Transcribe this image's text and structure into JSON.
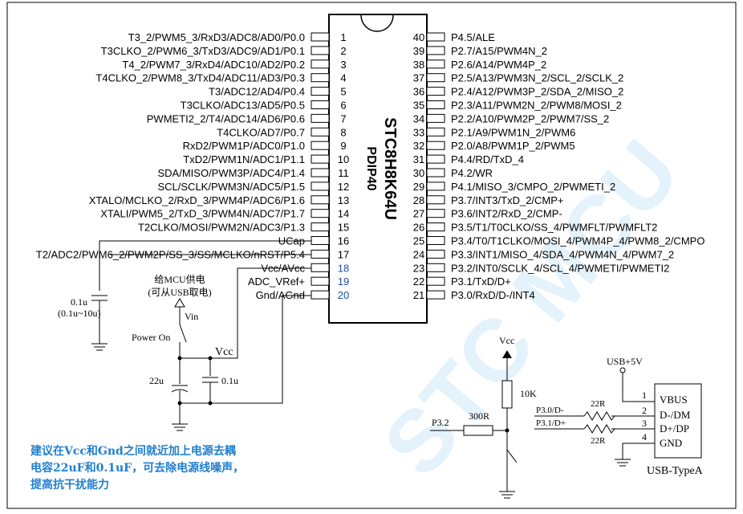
{
  "chip": {
    "name": "STC8H8K64U",
    "package": "PDIP40",
    "left_pins": [
      {
        "num": "1",
        "label": "T3_2/PWM5_3/RxD3/ADC8/AD0/P0.0"
      },
      {
        "num": "2",
        "label": "T3CLKO_2/PWM6_3/TxD3/ADC9/AD1/P0.1"
      },
      {
        "num": "3",
        "label": "T4_2/PWM7_3/RxD4/ADC10/AD2/P0.2"
      },
      {
        "num": "4",
        "label": "T4CLKO_2/PWM8_3/TxD4/ADC11/AD3/P0.3"
      },
      {
        "num": "5",
        "label": "T3/ADC12/AD4/P0.4"
      },
      {
        "num": "6",
        "label": "T3CLKO/ADC13/AD5/P0.5"
      },
      {
        "num": "7",
        "label": "PWMETI2_2/T4/ADC14/AD6/P0.6"
      },
      {
        "num": "8",
        "label": "T4CLKO/AD7/P0.7"
      },
      {
        "num": "9",
        "label": "RxD2/PWM1P/ADC0/P1.0"
      },
      {
        "num": "10",
        "label": "TxD2/PWM1N/ADC1/P1.1"
      },
      {
        "num": "11",
        "label": "SDA/MISO/PWM3P/ADC4/P1.4"
      },
      {
        "num": "12",
        "label": "SCL/SCLK/PWM3N/ADC5/P1.5"
      },
      {
        "num": "13",
        "label": "XTALO/MCLKO_2/RxD_3/PWM4P/ADC6/P1.6"
      },
      {
        "num": "14",
        "label": "XTALI/PWM5_2/TxD_3/PWM4N/ADC7/P1.7"
      },
      {
        "num": "15",
        "label": "T2CLKO/MOSI/PWM2N/ADC3/P1.3"
      },
      {
        "num": "16",
        "label": "UCap"
      },
      {
        "num": "17",
        "label": "T2/ADC2/PWM6_2/PWM2P/SS_3/SS/MCLKO/nRST/P5.4"
      },
      {
        "num": "18",
        "label": "Vcc/AVcc"
      },
      {
        "num": "19",
        "label": "ADC_VRef+"
      },
      {
        "num": "20",
        "label": "Gnd/AGnd"
      }
    ],
    "right_pins": [
      {
        "num": "40",
        "label": "P4.5/ALE"
      },
      {
        "num": "39",
        "label": "P2.7/A15/PWM4N_2"
      },
      {
        "num": "38",
        "label": "P2.6/A14/PWM4P_2"
      },
      {
        "num": "37",
        "label": "P2.5/A13/PWM3N_2/SCL_2/SCLK_2"
      },
      {
        "num": "36",
        "label": "P2.4/A12/PWM3P_2/SDA_2/MISO_2"
      },
      {
        "num": "35",
        "label": "P2.3/A11/PWM2N_2/PWM8/MOSI_2"
      },
      {
        "num": "34",
        "label": "P2.2/A10/PWM2P_2/PWM7/SS_2"
      },
      {
        "num": "33",
        "label": "P2.1/A9/PWM1N_2/PWM6"
      },
      {
        "num": "32",
        "label": "P2.0/A8/PWM1P_2/PWM5"
      },
      {
        "num": "31",
        "label": "P4.4/RD/TxD_4"
      },
      {
        "num": "30",
        "label": "P4.2/WR"
      },
      {
        "num": "29",
        "label": "P4.1/MISO_3/CMPO_2/PWMETI_2"
      },
      {
        "num": "28",
        "label": "P3.7/INT3/TxD_2/CMP+"
      },
      {
        "num": "27",
        "label": "P3.6/INT2/RxD_2/CMP-"
      },
      {
        "num": "26",
        "label": "P3.5/T1/T0CLKO/SS_4/PWMFLT/PWMFLT2"
      },
      {
        "num": "25",
        "label": "P3.4/T0/T1CLKO/MOSI_4/PWM4P_4/PWM8_2/CMPO"
      },
      {
        "num": "24",
        "label": "P3.3/INT1/MISO_4/SDA_4/PWM4N_4/PWM7_2"
      },
      {
        "num": "23",
        "label": "P3.2/INT0/SCLK_4/SCL_4/PWMETI/PWMETI2"
      },
      {
        "num": "22",
        "label": "P3.1/TxD/D+"
      },
      {
        "num": "21",
        "label": "P3.0/RxD/D-/INT4"
      }
    ]
  },
  "power": {
    "supply_note_line1": "给MCU供电",
    "supply_note_line2": "(可从USB取电)",
    "vin": "Vin",
    "power_on": "Power On",
    "vcc": "Vcc",
    "cap_22u": "22u",
    "cap_01u": "0.1u",
    "ucap_value": "0.1u",
    "ucap_range": "(0.1u~10u)"
  },
  "circuit": {
    "vcc": "Vcc",
    "r_10k": "10K",
    "r_300": "300R",
    "p32": "P3.2"
  },
  "usb": {
    "supply": "USB+5V",
    "pin1": "VBUS",
    "pin2": "D-/DM",
    "pin3": "D+/DP",
    "pin4": "GND",
    "n1": "1",
    "n2": "2",
    "n3": "3",
    "n4": "4",
    "p30": "P3.0/D-",
    "p31": "P3.1/D+",
    "r1": "22R",
    "r2": "22R",
    "title": "USB-TypeA"
  },
  "note": {
    "line1": "建议在Vcc和Gnd之间就近加上电源去耦",
    "line2": "电容22uF和0.1uF，可去除电源线噪声，",
    "line3": "提高抗干扰能力"
  },
  "watermark": "STC MCU"
}
